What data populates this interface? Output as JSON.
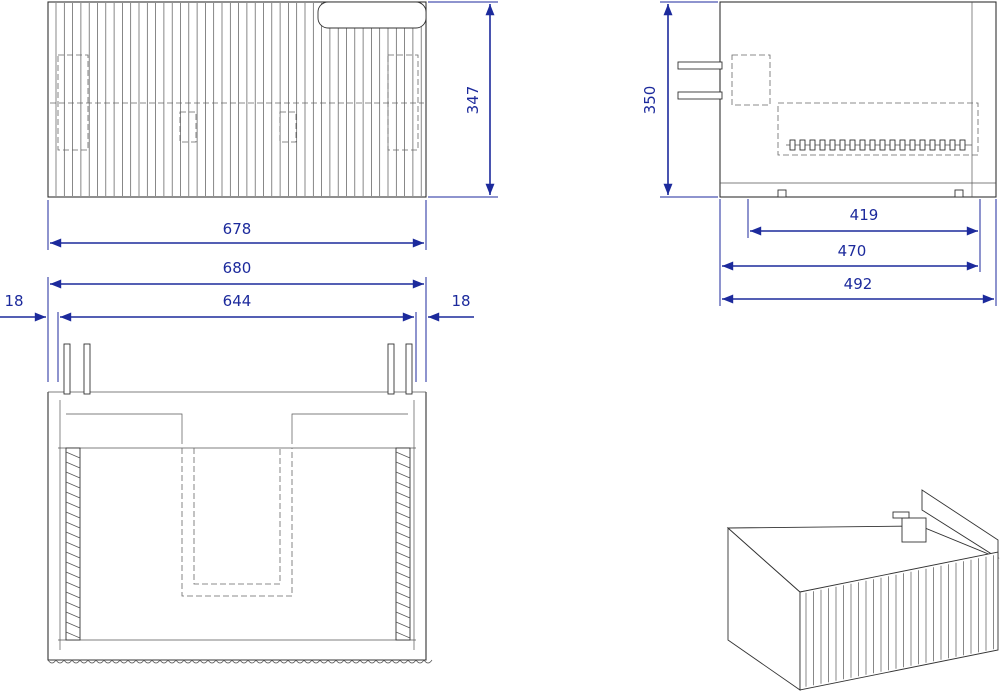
{
  "colors": {
    "dimension": "#1c2a9c",
    "outline": "#333333",
    "background": "#ffffff"
  },
  "front_view": {
    "width_label": "678",
    "height_label": "347"
  },
  "side_view": {
    "height_label": "350",
    "depth_inner_label": "419",
    "depth_mid_label": "470",
    "depth_total_label": "492"
  },
  "top_view": {
    "overall_width_label": "680",
    "inner_width_label": "644",
    "left_panel_label": "18",
    "right_panel_label": "18"
  },
  "isometric_view": {
    "icon": "cabinet-isometric-icon"
  }
}
